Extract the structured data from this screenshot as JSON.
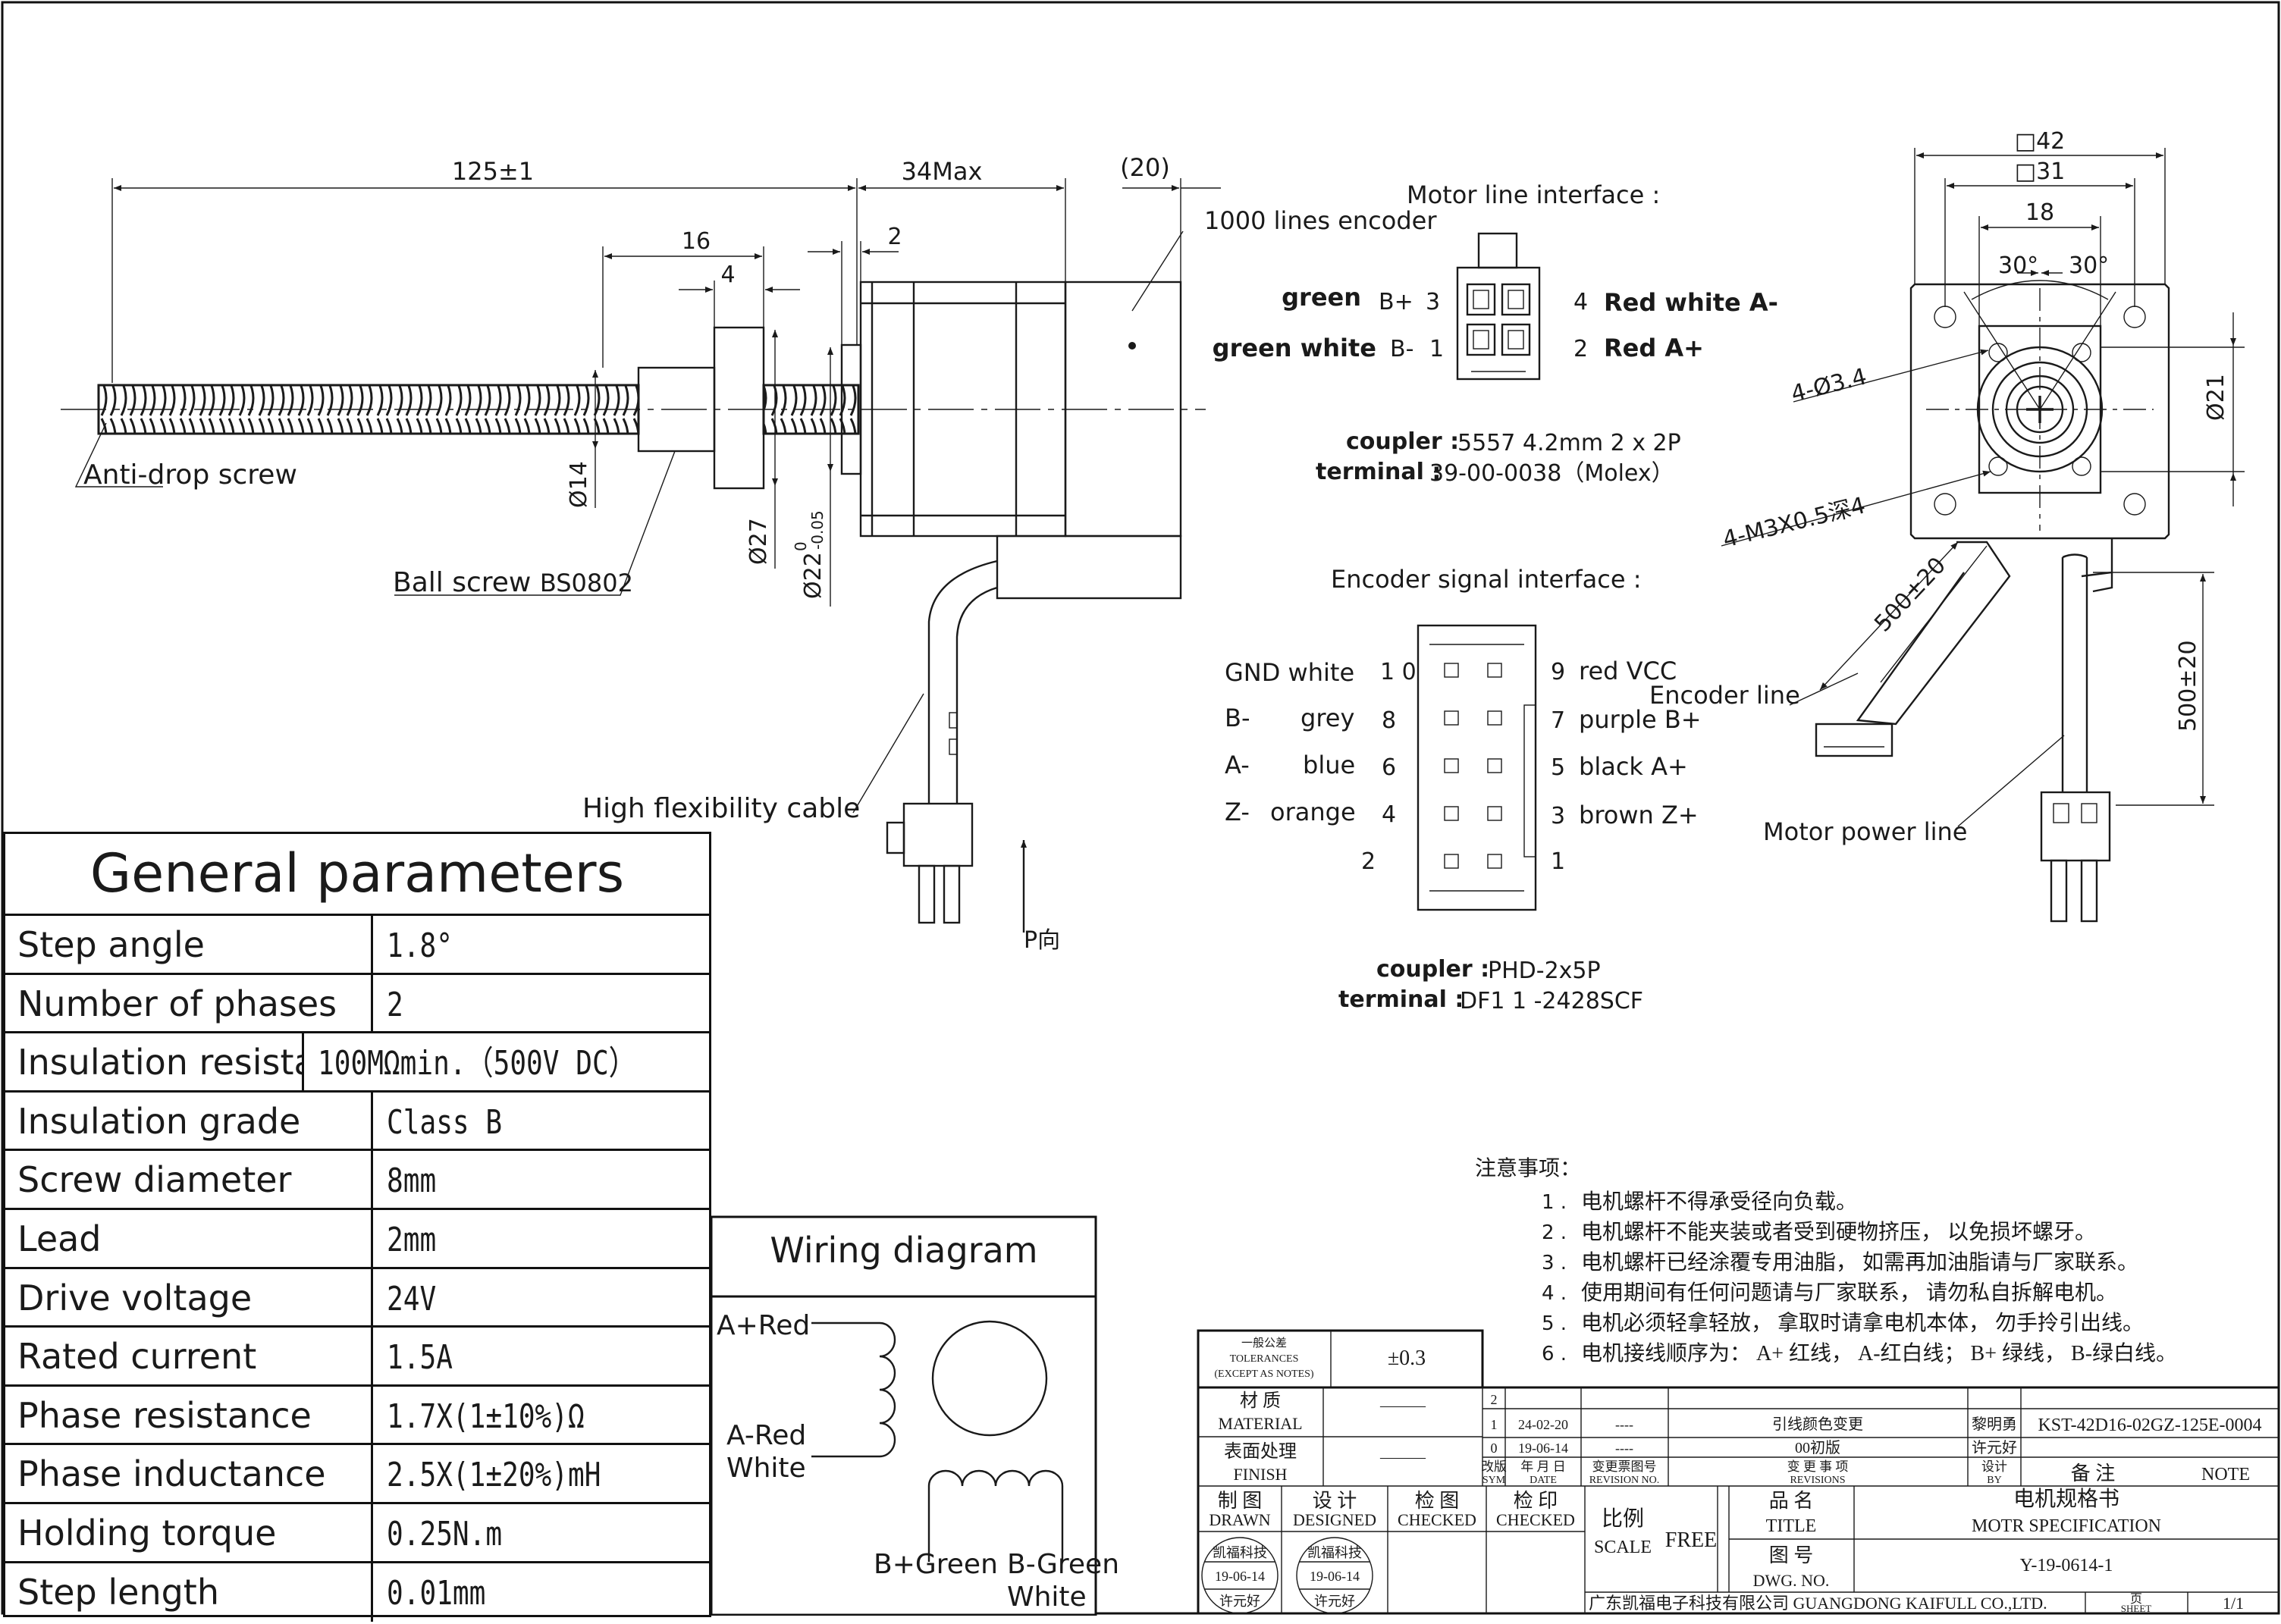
{
  "side_view": {
    "dims": {
      "length": "125±1",
      "motor_len": "34Max",
      "enc_len": "(20)",
      "nut_len": "16",
      "flange_th": "4",
      "boss_len": "2",
      "nut_dia": "Ø14",
      "flange_dia": "Ø27",
      "boss_dia": "Ø22",
      "boss_tol_up": "0",
      "boss_tol_lo": "-0.05"
    },
    "labels": {
      "encoder": "1000 lines encoder",
      "anti_drop": "Anti-drop screw",
      "ball_screw": "Ball screw",
      "ball_screw_model": "BS0802",
      "cable": "High flexibility cable",
      "p_view": "P向"
    }
  },
  "motor_interface": {
    "title": "Motor line interface :",
    "pins": [
      {
        "name": "green",
        "signal": "B+",
        "num": "3"
      },
      {
        "name": "green white",
        "signal": "B-",
        "num": "1"
      },
      {
        "num": "4",
        "label": "Red white A-"
      },
      {
        "num": "2",
        "label": "Red A+"
      }
    ],
    "coupler_label": "coupler :",
    "coupler": "5557  4.2mm  2  x  2P",
    "terminal_label": "terminal :",
    "terminal": "39-00-0038（Molex）"
  },
  "encoder_interface": {
    "title": "Encoder signal interface :",
    "left": [
      {
        "signal": "GND white",
        "num": "1 0"
      },
      {
        "signal": "B-",
        "color": "grey",
        "num": "8"
      },
      {
        "signal": "A-",
        "color": "blue",
        "num": "6"
      },
      {
        "signal": "Z-",
        "color": "orange",
        "num": "4"
      },
      {
        "num": "2"
      }
    ],
    "right": [
      {
        "num": "9",
        "label": "red VCC"
      },
      {
        "num": "7",
        "label": "purple B+"
      },
      {
        "num": "5",
        "label": "black A+"
      },
      {
        "num": "3",
        "label": "brown Z+"
      },
      {
        "num": "1"
      }
    ],
    "coupler_label": "coupler :",
    "coupler": "PHD-2x5P",
    "terminal_label": "terminal :",
    "terminal": "DF1 1 -2428SCF"
  },
  "end_view": {
    "dims": {
      "sq42": "□42",
      "sq31": "□31",
      "d18": "18",
      "ang1": "30°",
      "ang2": "30°",
      "d21": "Ø21",
      "holes": "4-Ø3.4",
      "threads": "4-M3X0.5深4",
      "cable1": "500±20",
      "cable2": "500±20"
    },
    "labels": {
      "encoder_line": "Encoder line",
      "power_line": "Motor power line"
    }
  },
  "notes": {
    "title": "注意事项：",
    "items": [
      {
        "n": "1 .",
        "text": "电机螺杆不得承受径向负载。"
      },
      {
        "n": "2 .",
        "text": "电机螺杆不能夹装或者受到硬物挤压，  以免损坏螺牙。"
      },
      {
        "n": "3 .",
        "text": "电机螺杆已经涂覆专用油脂，  如需再加油脂请与厂家联系。"
      },
      {
        "n": "4 .",
        "text": "使用期间有任何问题请与厂家联系，  请勿私自拆解电机。"
      },
      {
        "n": "5 .",
        "text": "电机必须轻拿轻放，  拿取时请拿电机本体，  勿手拎引出线。"
      },
      {
        "n": "6 .",
        "text": "电机接线顺序为：  A+ 红线，  A-红白线；  B+ 绿线，  B-绿白线。"
      }
    ]
  },
  "parameters": {
    "title": "General parameters",
    "rows": [
      {
        "name": "Step angle",
        "value": "1.8°"
      },
      {
        "name": "Number of phases",
        "value": "2"
      },
      {
        "name": "Insulation resistance",
        "value": "100MΩmin.（500V DC）"
      },
      {
        "name": "Insulation grade",
        "value": "Class B"
      },
      {
        "name": "Screw diameter",
        "value": "8mm"
      },
      {
        "name": "Lead",
        "value": "2mm"
      },
      {
        "name": "Drive voltage",
        "value": "24V"
      },
      {
        "name": "Rated current",
        "value": "1.5A"
      },
      {
        "name": "Phase resistance",
        "value": "1.7X(1±10%)Ω"
      },
      {
        "name": "Phase inductance",
        "value": "2.5X(1±20%)mH"
      },
      {
        "name": "Holding torque",
        "value": "0.25N.m"
      },
      {
        "name": "Step length",
        "value": "0.01mm"
      }
    ]
  },
  "wiring": {
    "title": "Wiring diagram",
    "a_plus": "A+Red",
    "a_minus_1": "A-Red",
    "a_minus_2": "White",
    "b_plus": "B+Green",
    "b_minus_1": "B-Green",
    "b_minus_2": "White"
  },
  "title_block": {
    "tol_cn": "一般公差",
    "tol_en1": "TOLERANCES",
    "tol_en2": "(EXCEPT AS NOTES)",
    "tol_val": "±0.3",
    "material_cn": "材  质",
    "material_en": "MATERIAL",
    "material_val": "———",
    "finish_cn": "表面处理",
    "finish_en": "FINISH",
    "finish_val": "———",
    "rev2_sym": "2",
    "rev1_sym": "1",
    "rev1_date": "24-02-20",
    "rev1_no": "----",
    "rev1_desc": "引线颜色变更",
    "rev1_by": "黎明勇",
    "part_no": "KST-42D16-02GZ-125E-0004",
    "rev0_sym": "0",
    "rev0_date": "19-06-14",
    "rev0_no": "----",
    "rev0_desc": "00初版",
    "rev0_by": "许元好",
    "h_sym_cn": "改版",
    "h_sym_en": "SYM",
    "h_date_cn": "年 月 日",
    "h_date_en": "DATE",
    "h_no_cn": "变更票图号",
    "h_no_en": "REVISION NO.",
    "h_desc_cn": "变  更  事  项",
    "h_desc_en": "REVISIONS",
    "h_by_cn": "设计",
    "h_by_en": "BY",
    "h_note_cn": "备    注",
    "h_note_en": "NOTE",
    "drawn_cn": "制  图",
    "drawn_en": "DRAWN",
    "designed_cn": "设  计",
    "designed_en": "DESIGNED",
    "checked1_cn": "检  图",
    "checked1_en": "CHECKED",
    "checked2_cn": "检  印",
    "checked2_en": "CHECKED",
    "scale_cn": "比例",
    "scale_en": "SCALE",
    "scale_val": "FREE",
    "title_cn": "品  名",
    "title_en": "TITLE",
    "title_val_cn": "电机规格书",
    "title_val_en": "MOTR SPECIFICATION",
    "dwg_cn": "图  号",
    "dwg_en": "DWG. NO.",
    "dwg_val": "Y-19-0614-1",
    "stamp_company": "凯福科技",
    "stamp_date": "19-06-14",
    "stamp_name": "许元好",
    "company": "广东凯福电子科技有限公司 GUANGDONG KAIFULL CO.,LTD.",
    "sheet_cn": "页",
    "sheet_en": "SHEET",
    "sheet_val": "1/1"
  }
}
